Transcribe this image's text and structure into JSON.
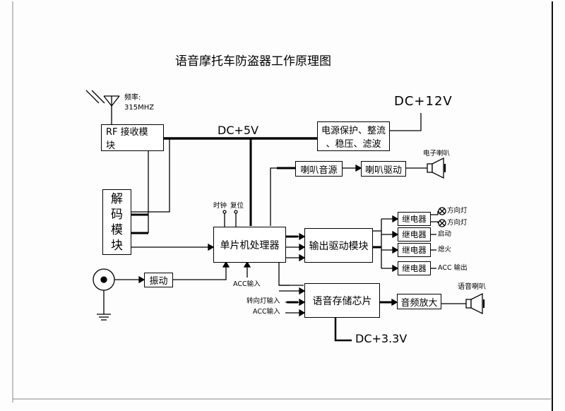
{
  "title": "语音摩托车防盗器工作原理图",
  "antenna": {
    "freq_label": "频率:",
    "freq_value": "315MHZ"
  },
  "rails": {
    "dc12": "DC+12V",
    "dc5": "DC+5V",
    "dc33": "DC+3.3V"
  },
  "blocks": {
    "rf_receiver_line1": "RF 接收模",
    "rf_receiver_line2": "块",
    "power_line1": "电源保护、整流",
    "power_line2": "、稳压、滤波",
    "decoder_chars": [
      "解",
      "码",
      "模",
      "块"
    ],
    "mcu": "单片机处理器",
    "output_driver": "输出驱动模块",
    "voice_storage": "语音存储芯片",
    "horn_source": "喇叭音源",
    "horn_driver": "喇叭驱动",
    "audio_amp": "音频放大",
    "vibration": "振动",
    "relay": "继电器"
  },
  "labels": {
    "clock": "时钟",
    "reset": "复位",
    "acc_input": "ACC输入",
    "turn_signal_input": "转向灯输入",
    "electronic_horn": "电子喇叭",
    "voice_speaker": "语音喇叭",
    "turn_lamp": "方向灯",
    "start": "启动",
    "kill": "熄火",
    "acc_output": "ACC 输出"
  }
}
